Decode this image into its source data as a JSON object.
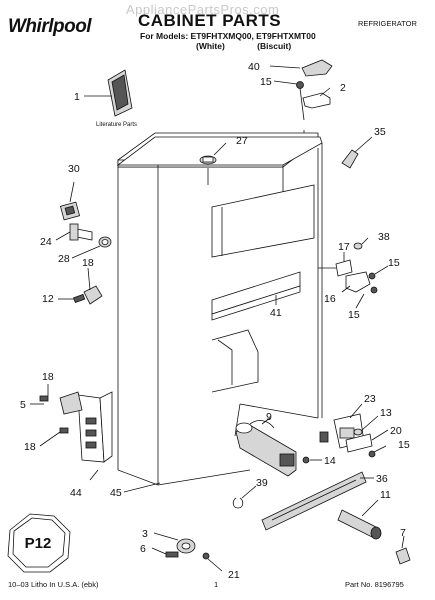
{
  "header": {
    "brand": "Whirlpool",
    "watermark": "AppliancePartsPros.com",
    "title": "CABINET PARTS",
    "models_line": "For Models: ET9FHTXMQ00, ET9FHTXMT00",
    "colors_line": "(White) (Biscuit)",
    "category": "REFRIGERATOR"
  },
  "diagram": {
    "literature_label": "Literature Parts",
    "callouts": [
      "40",
      "15",
      "2",
      "1",
      "27",
      "35",
      "30",
      "17",
      "38",
      "24",
      "28",
      "15",
      "18",
      "12",
      "16",
      "41",
      "15",
      "18",
      "5",
      "23",
      "13",
      "9",
      "20",
      "15",
      "18",
      "14",
      "36",
      "44",
      "45",
      "39",
      "11",
      "3",
      "7",
      "6",
      "21"
    ],
    "badge": "P12"
  },
  "footer": {
    "left": "10–03 Litho In U.S.A. (ebk)",
    "page": "1",
    "part_no": "Part No. 8196795"
  }
}
